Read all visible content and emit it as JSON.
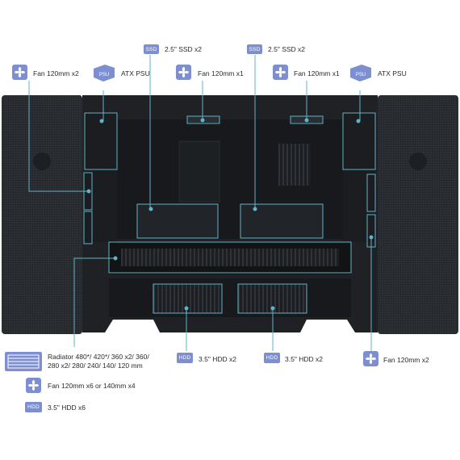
{
  "accent": "#7d8fd0",
  "callout_color": "#5fb4c9",
  "case_color": "#24272b",
  "icons": {
    "fan": "fan-icon",
    "psu": "psu-icon",
    "ssd": "ssd-tag-icon",
    "hdd": "hdd-tag-icon",
    "radiator": "radiator-icon"
  },
  "top_labels": {
    "fan_left": "Fan 120mm x2",
    "psu_left": "ATX PSU",
    "fan_mid_left": "Fan 120mm x1",
    "ssd_left_tag": "SSD",
    "ssd_left": "2.5\" SSD x2",
    "ssd_right_tag": "SSD",
    "ssd_right": "2.5\" SSD x2",
    "fan_mid_right": "Fan 120mm x1",
    "psu_right": "ATX PSU",
    "psu_icon_text": "PSU"
  },
  "bottom_labels": {
    "radiator": "Radiator 480*/ 420*/ 360 x2/ 360/\n280 x2/ 280/ 240/ 140/ 120 mm",
    "hdd_left_tag": "HDD",
    "hdd_left": "3.5\" HDD x2",
    "hdd_right_tag": "HDD",
    "hdd_right": "3.5\" HDD x2",
    "fan_right": "Fan 120mm x2",
    "fan_bottom": "Fan 120mm x6 or 140mm x4",
    "hdd_bottom_tag": "HDD",
    "hdd_bottom": "3.5\" HDD x6"
  }
}
